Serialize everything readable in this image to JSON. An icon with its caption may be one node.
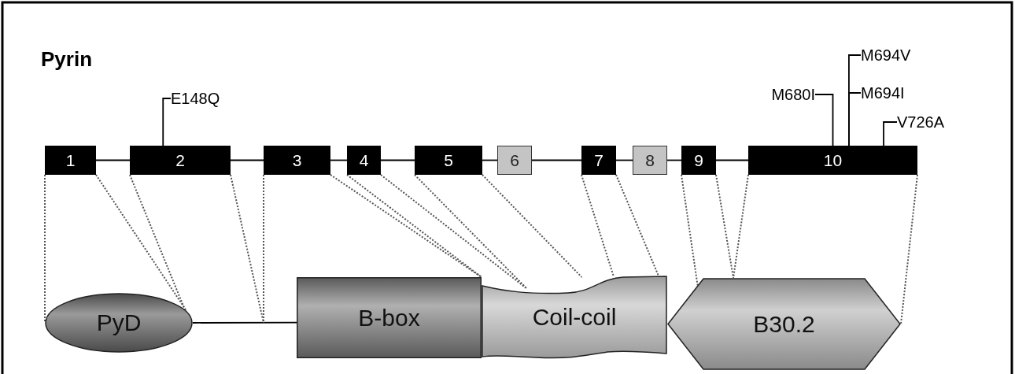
{
  "diagram": {
    "title": "Pyrin",
    "nodes": [
      {
        "text": [
          "1"
        ]
      },
      {
        "text": [
          "2"
        ]
      },
      {
        "text": [
          "3"
        ]
      },
      {
        "text": [
          "4"
        ]
      },
      {
        "text": [
          "5"
        ]
      },
      {
        "text": [
          "6"
        ]
      },
      {
        "text": [
          "7"
        ]
      },
      {
        "text": [
          "8"
        ]
      },
      {
        "text": [
          "9"
        ]
      },
      {
        "text": [
          "10"
        ]
      },
      {
        "text": [
          "PyD"
        ]
      },
      {
        "text": [
          "B-box"
        ]
      },
      {
        "text": [
          "Coil-coil"
        ]
      },
      {
        "text": [
          "B30.2"
        ]
      },
      {
        "text": [
          "E148Q"
        ]
      },
      {
        "text": [
          "M680I"
        ]
      },
      {
        "text": [
          "M694V"
        ]
      },
      {
        "text": [
          "M694I"
        ]
      },
      {
        "text": [
          "V726A"
        ]
      }
    ],
    "edges": [
      {
        "from": 0,
        "to": 1,
        "arrow": "none"
      },
      {
        "from": 1,
        "to": 2,
        "arrow": "none"
      },
      {
        "from": 2,
        "to": 3,
        "arrow": "none"
      },
      {
        "from": 3,
        "to": 4,
        "arrow": "none"
      },
      {
        "from": 4,
        "to": 5,
        "arrow": "none"
      },
      {
        "from": 5,
        "to": 6,
        "arrow": "none"
      },
      {
        "from": 6,
        "to": 7,
        "arrow": "none"
      },
      {
        "from": 7,
        "to": 8,
        "arrow": "none"
      },
      {
        "from": 8,
        "to": 9,
        "arrow": "none"
      },
      {
        "from": 10,
        "to": 11,
        "arrow": "none"
      },
      {
        "from": 14,
        "to": 1,
        "arrow": "none"
      },
      {
        "from": 15,
        "to": 9,
        "arrow": "none"
      },
      {
        "from": 16,
        "to": 9,
        "arrow": "none"
      },
      {
        "from": 17,
        "to": 9,
        "arrow": "none"
      },
      {
        "from": 18,
        "to": 9,
        "arrow": "none"
      },
      {
        "from": 0,
        "to": 10,
        "arrow": "none",
        "style": "dashed"
      },
      {
        "from": 0,
        "to": 10,
        "arrow": "none",
        "style": "dashed"
      },
      {
        "from": 1,
        "to": 10,
        "arrow": "none",
        "style": "dashed"
      },
      {
        "from": 1,
        "to": null,
        "arrow": "none",
        "style": "dashed"
      },
      {
        "from": 2,
        "to": null,
        "arrow": "none",
        "style": "dashed"
      },
      {
        "from": 2,
        "to": 11,
        "arrow": "none",
        "style": "dashed"
      },
      {
        "from": 3,
        "to": 11,
        "arrow": "none",
        "style": "dashed"
      },
      {
        "from": 3,
        "to": 12,
        "arrow": "none",
        "style": "dashed"
      },
      {
        "from": 4,
        "to": 12,
        "arrow": "none",
        "style": "dashed"
      },
      {
        "from": 4,
        "to": 12,
        "arrow": "none",
        "style": "dashed"
      },
      {
        "from": 6,
        "to": 12,
        "arrow": "none",
        "style": "dashed"
      },
      {
        "from": 6,
        "to": 12,
        "arrow": "none",
        "style": "dashed"
      },
      {
        "from": 8,
        "to": 13,
        "arrow": "none",
        "style": "dashed"
      },
      {
        "from": 8,
        "to": 13,
        "arrow": "none",
        "style": "dashed"
      },
      {
        "from": 9,
        "to": 13,
        "arrow": "none",
        "style": "dashed"
      },
      {
        "from": 9,
        "to": 13,
        "arrow": "none",
        "style": "dashed"
      }
    ]
  }
}
